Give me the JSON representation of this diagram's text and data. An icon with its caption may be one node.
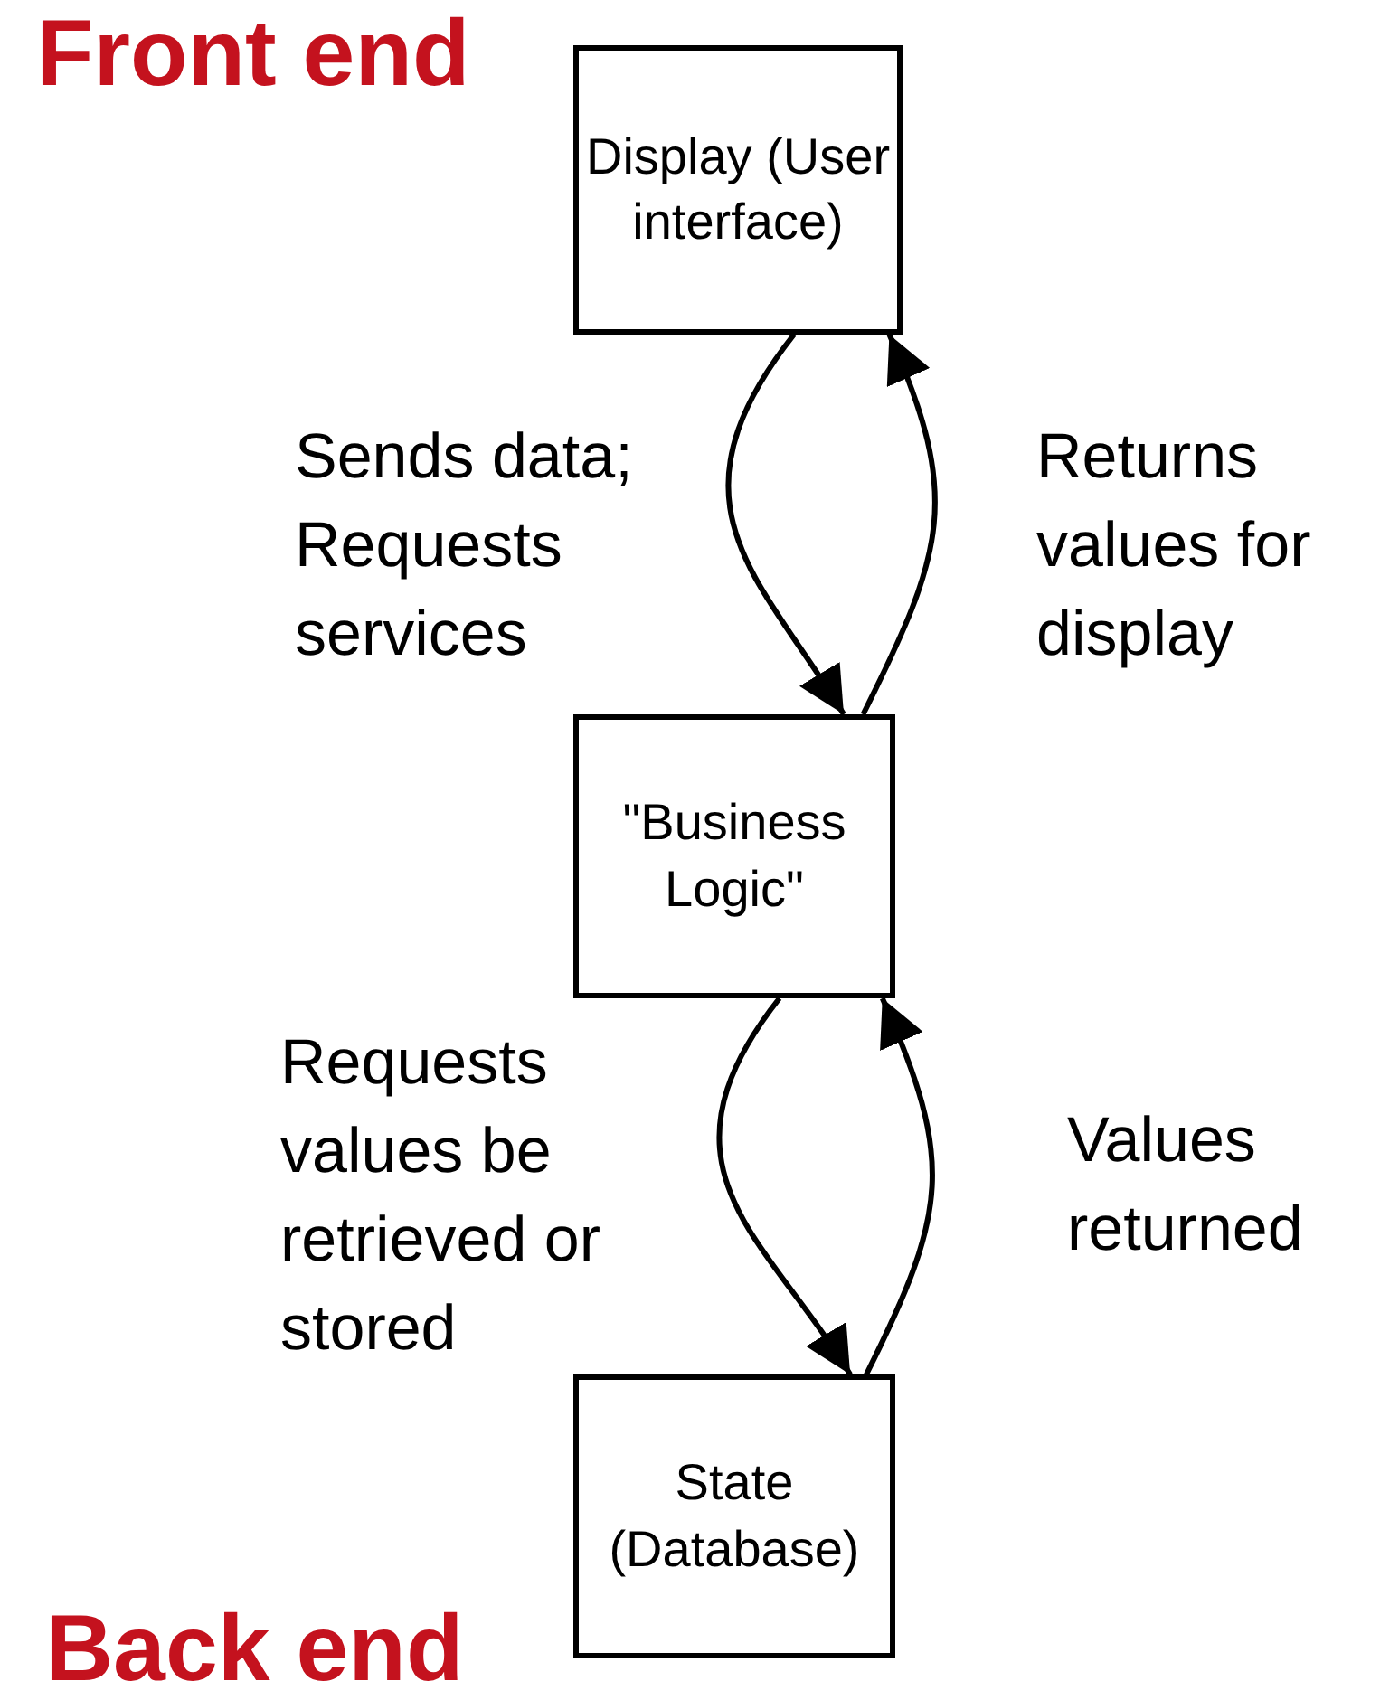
{
  "diagram": {
    "nodes": [
      {
        "text": [
          "Display (User interface)"
        ]
      },
      {
        "text": [
          "\"Business Logic\""
        ]
      },
      {
        "text": [
          "State (Database)"
        ]
      }
    ],
    "edges": [
      {
        "from": 0,
        "to": 1,
        "arrow": "to",
        "label": "Sends data; Requests services"
      },
      {
        "from": 1,
        "to": 0,
        "arrow": "to",
        "label": "Returns values for display"
      },
      {
        "from": 1,
        "to": 2,
        "arrow": "to",
        "label": "Requests values be retrieved or stored"
      },
      {
        "from": 2,
        "to": 1,
        "arrow": "to",
        "label": "Values returned"
      }
    ],
    "labels": [
      "Front end",
      "Back end"
    ]
  }
}
